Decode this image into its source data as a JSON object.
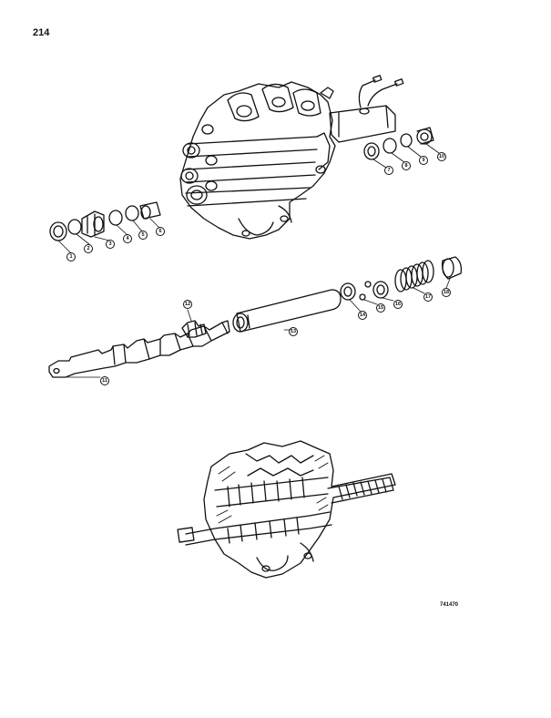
{
  "page": {
    "number": "214",
    "drawing_ref": "741470"
  },
  "callouts": [
    "1",
    "2",
    "3",
    "4",
    "5",
    "6",
    "7",
    "8",
    "9",
    "10",
    "11",
    "12",
    "13",
    "14",
    "15",
    "16",
    "17",
    "18"
  ],
  "colors": {
    "ink": "#111111",
    "paper": "#ffffff"
  }
}
